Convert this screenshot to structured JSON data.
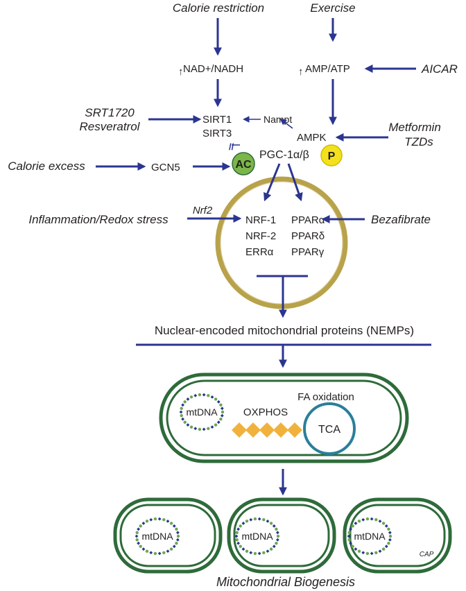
{
  "inputs": {
    "calorie_restriction": "Calorie restriction",
    "exercise": "Exercise",
    "aicar": "AICAR",
    "srt1720": "SRT1720",
    "resveratrol": "Resveratrol",
    "metformin": "Metformin",
    "tzds": "TZDs",
    "calorie_excess": "Calorie excess",
    "inflammation": "Inflammation/Redox stress",
    "nrf2": "Nrf2",
    "bezafibrate": "Bezafibrate"
  },
  "nodes": {
    "up_arrow": "↑",
    "nad": "NAD+/NADH",
    "amp": "AMP/ATP",
    "sirt1": "SIRT1",
    "sirt3": "SIRT3",
    "nampt": "Nampt",
    "ampk": "AMPK",
    "gcn5": "GCN5",
    "ac": "AC",
    "p": "P",
    "pgc": "PGC-1α/β",
    "inhibit_mark": "//"
  },
  "nucleus": {
    "left": [
      "NRF-1",
      "NRF-2",
      "ERRα"
    ],
    "right": [
      "PPARα",
      "PPARδ",
      "PPARγ"
    ]
  },
  "nemps": "Nuclear-encoded mitochondrial proteins (NEMPs)",
  "mitochondrion": {
    "fa": "FA oxidation",
    "oxphos": "OXPHOS",
    "tca": "TCA",
    "mtdna": "mtDNA"
  },
  "daughters": {
    "mtdna": "mtDNA",
    "cap": "CAP"
  },
  "footer": "Mitochondrial Biogenesis",
  "colors": {
    "arrow": "#2b3590",
    "membrane": "#2e6b3a",
    "nucleus_ring": "#b8a24a",
    "acetyl": "#7ab648",
    "phospho": "#f3e11e",
    "oxphos": "#f0b23c",
    "tca_ring": "#2a7f9a",
    "dna_green": "#6aa84f",
    "dna_blue": "#2b3590"
  }
}
